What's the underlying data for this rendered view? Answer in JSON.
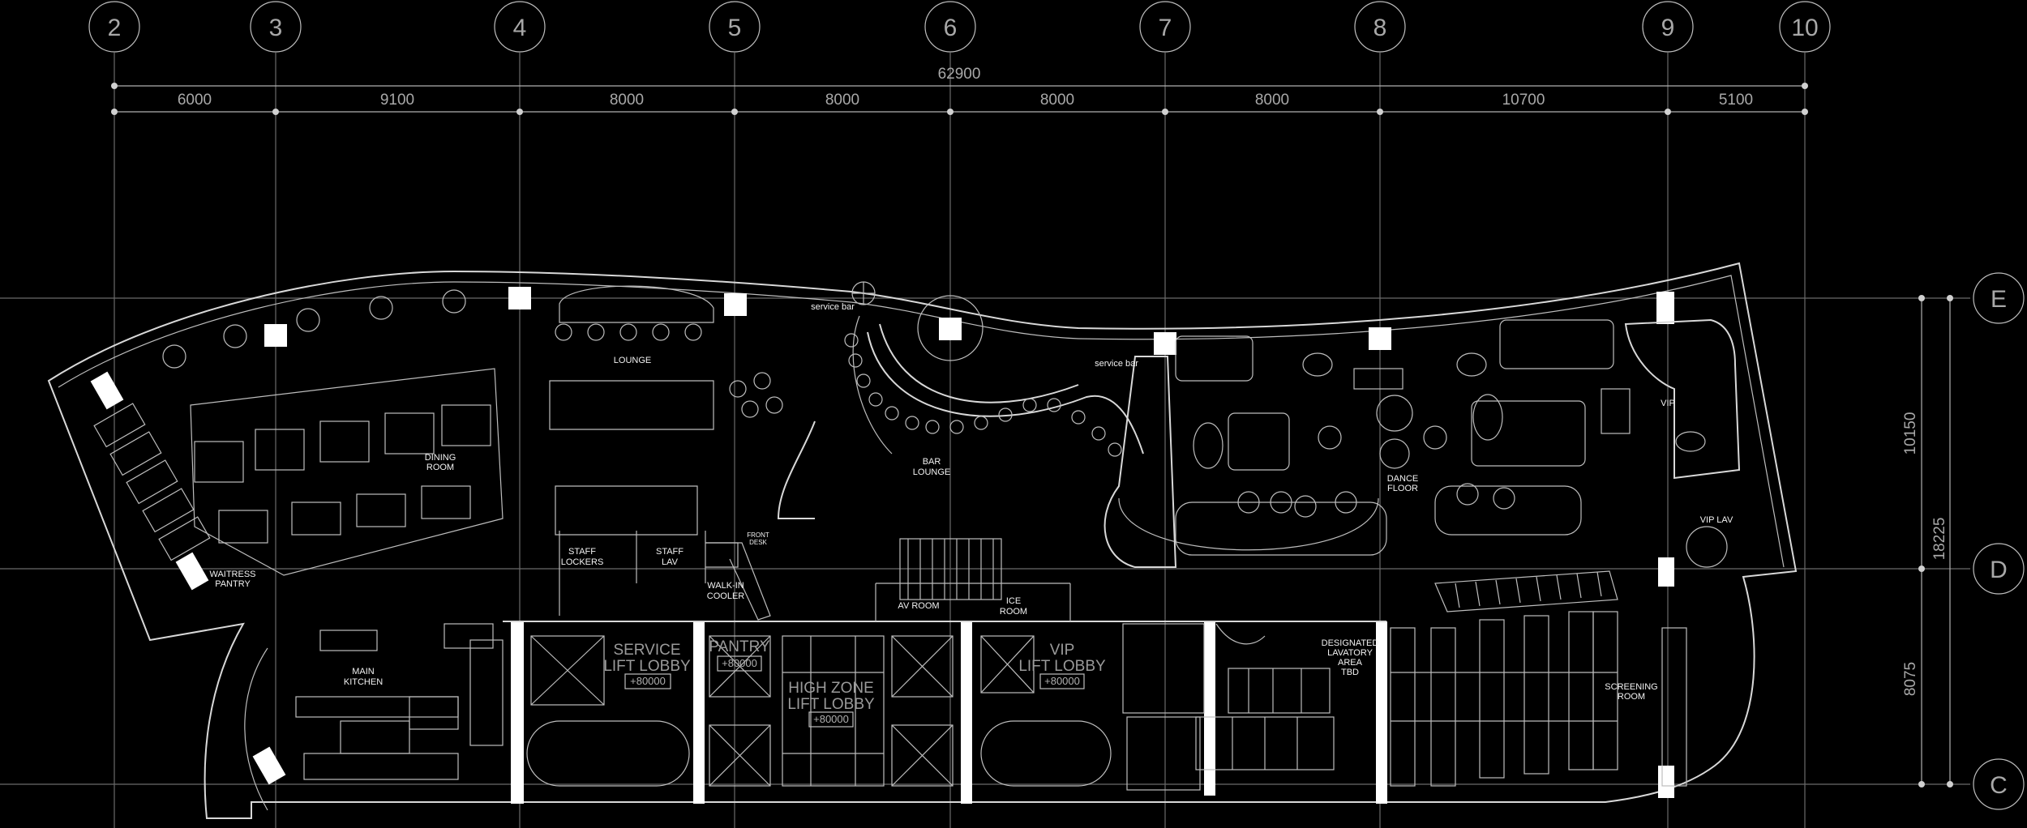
{
  "grid_top": [
    "2",
    "3",
    "4",
    "5",
    "6",
    "7",
    "8",
    "9",
    "10"
  ],
  "grid_right": [
    "E",
    "D",
    "C"
  ],
  "dimensions": {
    "overall": "62900",
    "bays": [
      "6000",
      "9100",
      "8000",
      "8000",
      "8000",
      "8000",
      "10700",
      "5100"
    ],
    "vertical_total": "18225",
    "vertical_parts": [
      "10150",
      "8075"
    ]
  },
  "rooms": {
    "lounge": "LOUNGE",
    "dining": [
      "DINING",
      "ROOM"
    ],
    "bar_lounge": [
      "BAR",
      "LOUNGE"
    ],
    "dance_floor": [
      "DANCE",
      "FLOOR"
    ],
    "vip": "VIP",
    "vip_lav": "VIP LAV",
    "waitress_pantry": [
      "WAITRESS",
      "PANTRY"
    ],
    "staff_lockers": [
      "STAFF",
      "LOCKERS"
    ],
    "staff_lav": [
      "STAFF",
      "LAV"
    ],
    "front_desk": [
      "FRONT",
      "DESK"
    ],
    "walk_in_cooler": [
      "WALK-IN",
      "COOLER"
    ],
    "av_room": "AV ROOM",
    "ice_room": [
      "ICE",
      "ROOM"
    ],
    "main_kitchen": [
      "MAIN",
      "KITCHEN"
    ],
    "service_lift_lobby": [
      "SERVICE",
      "LIFT LOBBY"
    ],
    "service_level": "+80000",
    "pantry": "PANTRY",
    "pantry_level": "+80000",
    "high_zone_lift_lobby": [
      "HIGH ZONE",
      "LIFT LOBBY"
    ],
    "high_zone_level": "+80000",
    "vip_lift_lobby": [
      "VIP",
      "LIFT LOBBY"
    ],
    "vip_level": "+80000",
    "designated_lavatory": [
      "DESIGNATED",
      "LAVATORY",
      "AREA",
      "TBD"
    ],
    "screening_room": [
      "SCREENING",
      "ROOM"
    ],
    "service_bar_1": "service bar",
    "service_bar_2": "service bar"
  }
}
